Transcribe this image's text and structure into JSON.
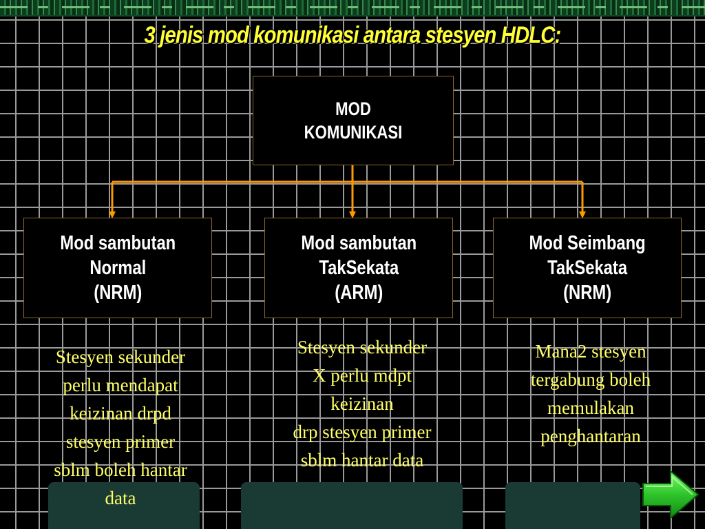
{
  "title": "3 jenis mod komunikasi antara stesyen HDLC:",
  "root": {
    "lines": [
      "MOD",
      "KOMUNIKASI"
    ]
  },
  "modes": [
    {
      "lines": [
        "Mod sambutan",
        "Normal",
        "(NRM)"
      ],
      "description": [
        "Stesyen sekunder",
        "perlu mendapat",
        "keizinan drpd",
        "stesyen primer",
        "sblm boleh hantar",
        "data"
      ]
    },
    {
      "lines": [
        "Mod sambutan",
        "TakSekata",
        "(ARM)"
      ],
      "description": [
        "Stesyen sekunder",
        "X perlu mdpt",
        "keizinan",
        "drp stesyen primer",
        "sblm hantar data"
      ]
    },
    {
      "lines": [
        "Mod Seimbang",
        "TakSekata",
        "(NRM)"
      ],
      "description": [
        "Mana2 stesyen",
        "tergabung boleh",
        "memulakan",
        "penghantaran"
      ]
    }
  ],
  "colors": {
    "title": "#ffff33",
    "description": "#ffff66",
    "connector": "#ff9900",
    "nav_arrow": "#33cc33"
  },
  "icons": {
    "next": "green-right-arrow-icon"
  }
}
